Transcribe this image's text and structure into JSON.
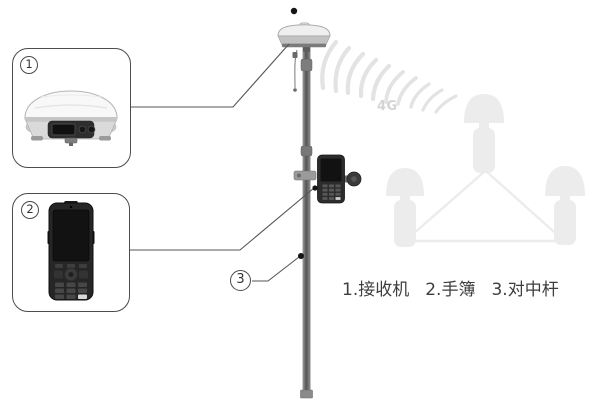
{
  "legend": {
    "items": [
      {
        "index": "1",
        "label": "接收机",
        "caption": "1.接收机"
      },
      {
        "index": "2",
        "label": "手簿",
        "caption": "2.手簿"
      },
      {
        "index": "3",
        "label": "对中杆",
        "caption": "3.对中杆"
      }
    ]
  },
  "network_label": "4G",
  "colors": {
    "background": "#ffffff",
    "outline": "#4c4c4c",
    "leader_line": "#565656",
    "signal_wave": "#e3e3e3",
    "faded_network": "#ececec",
    "network_label_text": "#d4d4d4",
    "caption_text": "#3e3e3e",
    "pole_dark": "#5a5a5a",
    "device_dark": "#2c2c2c"
  }
}
